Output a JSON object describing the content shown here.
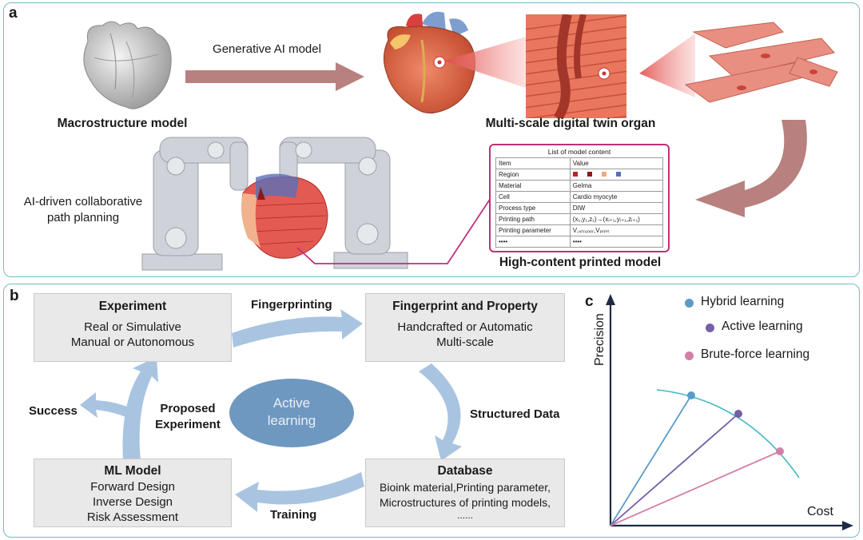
{
  "panel_a": {
    "letter": "a",
    "arrow_label": "Generative AI model",
    "macro_caption": "Macrostructure model",
    "twin_caption": "Multi-scale digital twin organ",
    "robot_caption_line1": "AI-driven collaborative",
    "robot_caption_line2": "path planning",
    "printed_caption": "High-content printed model",
    "table": {
      "title": "List of model content",
      "header": [
        "Item",
        "Value"
      ],
      "rows": [
        [
          "Region",
          ""
        ],
        [
          "Material",
          "Gelma"
        ],
        [
          "Cell",
          "Cardio myocyte"
        ],
        [
          "Process type",
          "DIW"
        ],
        [
          "Printing path",
          "(x₁,y₁,z₁)→(xᵢ₊₁,yᵢ₊₁,zᵢ₊₁)"
        ],
        [
          "Printing parameter",
          "V꜀ₓₜᵣᵤ₀ₑᵣ,Vₚᵣᵢₙₜ"
        ],
        [
          "••••",
          "••••"
        ]
      ],
      "region_swatch_colors": [
        "#b02a2a",
        "#8b1a1a",
        "#f0a880",
        "#5a6fb8"
      ]
    }
  },
  "panel_b": {
    "letter": "b",
    "experiment": {
      "title": "Experiment",
      "line1": "Real or Simulative",
      "line2": "Manual or Autonomous"
    },
    "fingerprint": {
      "title": "Fingerprint and Property",
      "line1": "Handcrafted or Automatic",
      "line2": "Multi-scale"
    },
    "database": {
      "title": "Database",
      "line1": "Bioink material,Printing parameter,",
      "line2": "Microstructures of printing models,",
      "line3": "......"
    },
    "ml_model": {
      "title": "ML Model",
      "line1": "Forward Design",
      "line2": "Inverse Design",
      "line3": "Risk Assessment"
    },
    "center_label_line1": "Active",
    "center_label_line2": "learning",
    "arrow_fingerprinting": "Fingerprinting",
    "arrow_structured": "Structured Data",
    "arrow_training": "Training",
    "arrow_proposed_line1": "Proposed",
    "arrow_proposed_line2": "Experiment",
    "arrow_success": "Success"
  },
  "panel_c": {
    "letter": "c",
    "y_axis": "Precision",
    "x_axis": "Cost",
    "legend": [
      {
        "label": "Hybrid learning",
        "color": "#5b9bc9"
      },
      {
        "label": "Active learning",
        "color": "#7560a8"
      },
      {
        "label": "Brute-force learning",
        "color": "#d47fa8"
      }
    ]
  },
  "colors": {
    "panel_border": "#6fbfc3",
    "big_arrow": "#b8807e",
    "cycle_arrow": "#a9c4e0",
    "ellipse": "#6f98c0",
    "connector": "#c0307a",
    "curve": "#45b7c4"
  }
}
